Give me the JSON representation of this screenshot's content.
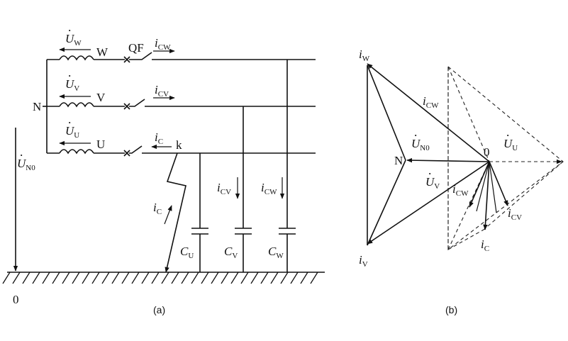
{
  "circuit": {
    "phases": {
      "w": {
        "voltage_symbol": "U",
        "voltage_sub": "W",
        "name": "W"
      },
      "v": {
        "voltage_symbol": "U",
        "voltage_sub": "V",
        "name": "V"
      },
      "u": {
        "voltage_symbol": "U",
        "voltage_sub": "U",
        "name": "U"
      }
    },
    "neutral_label": "N",
    "neutral_voltage": {
      "symbol": "U",
      "sub": "N0"
    },
    "breaker_label": "QF",
    "fault_point": "k",
    "currents": {
      "cw": {
        "symbol": "i",
        "sub": "CW"
      },
      "cv": {
        "symbol": "i",
        "sub": "CV"
      },
      "c": {
        "symbol": "i",
        "sub": "C"
      }
    },
    "capacitors": {
      "u": {
        "symbol": "C",
        "sub": "U"
      },
      "v": {
        "symbol": "C",
        "sub": "V"
      },
      "w": {
        "symbol": "C",
        "sub": "W"
      }
    },
    "ground_label": "0",
    "caption": "(a)"
  },
  "phasor": {
    "origin_label": "0",
    "neutral_label": "N",
    "vectors": {
      "iw": {
        "symbol": "i",
        "sub": "W"
      },
      "iv": {
        "symbol": "i",
        "sub": "V"
      },
      "icw": {
        "symbol": "i",
        "sub": "CW"
      },
      "icv": {
        "symbol": "i",
        "sub": "CV"
      },
      "ic": {
        "symbol": "i",
        "sub": "C"
      },
      "un0": {
        "symbol": "U",
        "sub": "N0"
      },
      "uu": {
        "symbol": "U",
        "sub": "U"
      },
      "uv": {
        "symbol": "U",
        "sub": "V"
      }
    },
    "caption": "(b)"
  }
}
